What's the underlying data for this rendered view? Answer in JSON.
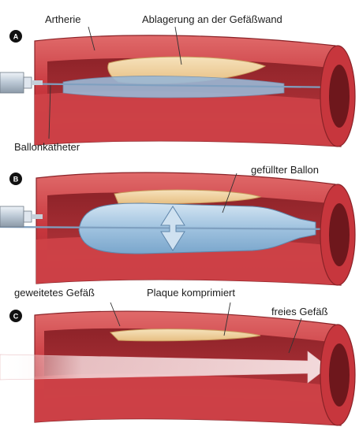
{
  "panels": [
    {
      "badge": "A",
      "labels": {
        "artery": "Artherie",
        "deposit": "Ablagerung an der Gefäßwand",
        "catheter": "Ballonkatheter"
      }
    },
    {
      "badge": "B",
      "labels": {
        "balloon": "gefüllter Ballon"
      }
    },
    {
      "badge": "C",
      "labels": {
        "widened": "geweitetes Gefäß",
        "plaque": "Plaque komprimiert",
        "free": "freies Gefäß"
      }
    }
  ],
  "colors": {
    "artery_outer": "#c7363d",
    "artery_lumen": "#9e2a2f",
    "artery_inner_wall": "#d95a5a",
    "plaque": "#f1d5a3",
    "balloon": "#a9c8e3",
    "badge": "#111111"
  }
}
